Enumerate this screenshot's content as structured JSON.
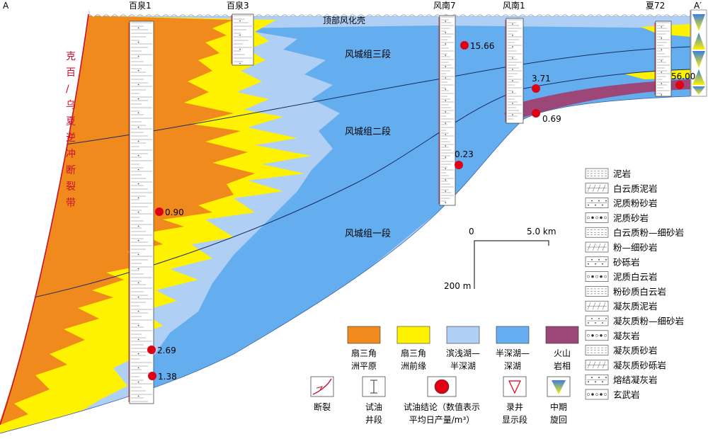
{
  "section": {
    "end_left": "A",
    "end_right": "A′",
    "fault_label": [
      "克",
      "百",
      "/",
      "乌",
      "夏",
      "逆",
      "冲",
      "断",
      "裂",
      "带"
    ],
    "top_label": "顶部风化壳",
    "members": {
      "upper": "风城组三段",
      "middle": "风城组二段",
      "lower": "风城组一段"
    }
  },
  "wells": [
    {
      "name": "百泉1"
    },
    {
      "name": "百泉3"
    },
    {
      "name": "风南7"
    },
    {
      "name": "风南1"
    },
    {
      "name": "夏72"
    }
  ],
  "tests": [
    {
      "value": "15.66"
    },
    {
      "value": "3.71"
    },
    {
      "value": "56.00"
    },
    {
      "value": "0.69"
    },
    {
      "value": "0.23"
    },
    {
      "value": "0.90"
    },
    {
      "value": "2.69"
    },
    {
      "value": "1.38"
    }
  ],
  "scale": {
    "zero": "0",
    "horizontal": "5.0 km",
    "vertical": "200 m"
  },
  "facies_legend": [
    {
      "line1": "扇三角",
      "line2": "洲平原",
      "color": "#F08A1C"
    },
    {
      "line1": "扇三角",
      "line2": "洲前缘",
      "color": "#FFF200"
    },
    {
      "line1": "滨浅湖—",
      "line2": "半深湖",
      "color": "#AFCFF5"
    },
    {
      "line1": "半深湖—",
      "line2": "深湖",
      "color": "#64AEEF"
    },
    {
      "line1": "火山",
      "line2": "岩相",
      "color": "#9C4778"
    }
  ],
  "symbol_legend": [
    {
      "line1": "断裂",
      "line2": "",
      "icon": "fault-icon"
    },
    {
      "line1": "试油",
      "line2": "井段",
      "icon": "test-interval-icon"
    },
    {
      "line1": "试油结论（数值表示",
      "line2": "平均日产量/m³）",
      "icon": "test-result-icon"
    },
    {
      "line1": "录井",
      "line2": "显示段",
      "icon": "logging-show-icon"
    },
    {
      "line1": "中期",
      "line2": "旋回",
      "icon": "cycle-icon"
    }
  ],
  "lithology_legend": [
    {
      "label": "泥岩"
    },
    {
      "label": "白云质泥岩"
    },
    {
      "label": "泥质粉砂岩"
    },
    {
      "label": "泥质砂岩"
    },
    {
      "label": "白云质粉—细砂岩"
    },
    {
      "label": "粉—细砂岩"
    },
    {
      "label": "砂砾岩"
    },
    {
      "label": "泥质白云岩"
    },
    {
      "label": "粉砂质白云岩"
    },
    {
      "label": "凝灰质泥岩"
    },
    {
      "label": "凝灰质粉—细砂岩"
    },
    {
      "label": "凝灰岩"
    },
    {
      "label": "凝灰质砂岩"
    },
    {
      "label": "凝灰质砂砾岩"
    },
    {
      "label": "熔结凝灰岩"
    },
    {
      "label": "玄武岩"
    }
  ]
}
